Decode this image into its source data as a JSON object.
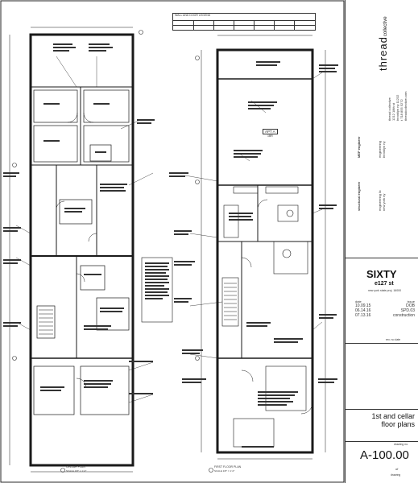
{
  "firm": {
    "name": "thread",
    "suffix": "collective",
    "address_lines": [
      "thread collective",
      "1212 18th st",
      "brooklyn ny 11232",
      "t 718 855 5272",
      "threadcollective.com"
    ]
  },
  "consultants": {
    "engineer_label": "MEP engineer",
    "structural_label": "structural engineer",
    "engineer_lines": [
      "engineering",
      "brooklyn ny"
    ],
    "structural_lines": [
      "engineering llc",
      "new york ny"
    ]
  },
  "project": {
    "name": "SIXTY",
    "street": "e127 st",
    "note": "new york state proj. 16000"
  },
  "issues": {
    "headers": [
      "date",
      "issue"
    ],
    "rows": [
      [
        "10.09.15",
        "DOB"
      ],
      [
        "06.14.16",
        "SPD.03"
      ],
      [
        "07.13.16",
        "construction"
      ]
    ]
  },
  "revisions_label": "rev. no   date",
  "drawing": {
    "title_line1": "1st and cellar",
    "title_line2": "floor plans",
    "number_label": "drawing no.",
    "number": "A-100.00",
    "sheet_of_label": "of",
    "sheet_label": "drawing"
  },
  "legend": {
    "header": "WALL AND DOOR LEGEND",
    "cells": [
      "",
      "",
      "",
      "",
      "",
      "",
      ""
    ]
  },
  "plan_labels": {
    "cellar": "CELLAR PLAN",
    "first": "FIRST FLOOR PLAN",
    "apt": "APT A",
    "apt_sub": "1BR"
  },
  "notes": {
    "main": "NOTE: CONTRACTOR TO VERIFY ALL DIMENSIONS PRIOR TO START OF WORK",
    "side": "DOB APPROVED DRAWINGS SUPERSEDE"
  },
  "scale": {
    "cellar": "SCALE 1/8\" = 1'-0\"",
    "first": "SCALE 1/8\" = 1'-0\""
  }
}
